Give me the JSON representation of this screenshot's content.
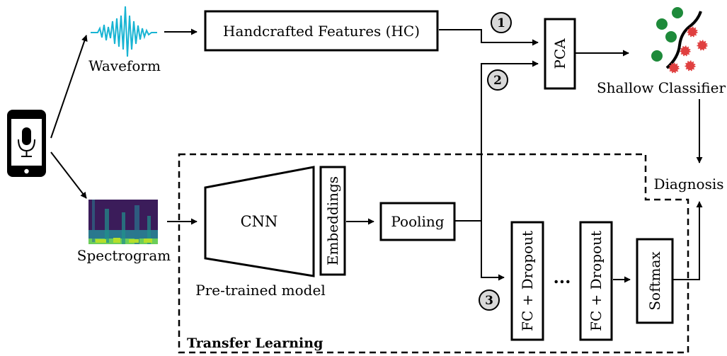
{
  "nodes": {
    "waveform": "Waveform",
    "spectrogram": "Spectrogram",
    "handcrafted": "Handcrafted Features (HC)",
    "pca": "PCA",
    "shallow_classifier": "Shallow Classifier",
    "diagnosis": "Diagnosis",
    "cnn": "CNN",
    "embeddings": "Embeddings",
    "pretrained": "Pre-trained model",
    "pooling": "Pooling",
    "fc1": "FC + Dropout",
    "ellipsis": "...",
    "fc2": "FC + Dropout",
    "softmax": "Softmax",
    "transfer_learning": "Transfer Learning"
  },
  "paths": [
    "1",
    "2",
    "3"
  ],
  "colors": {
    "waveform": "#18b4d3",
    "dot_green": "#1e8a3a",
    "dot_red": "#e04040",
    "spectrogram_dark": "#3b1c5a",
    "spectrogram_mid": "#2a788e",
    "spectrogram_bright": "#b5de2b"
  }
}
